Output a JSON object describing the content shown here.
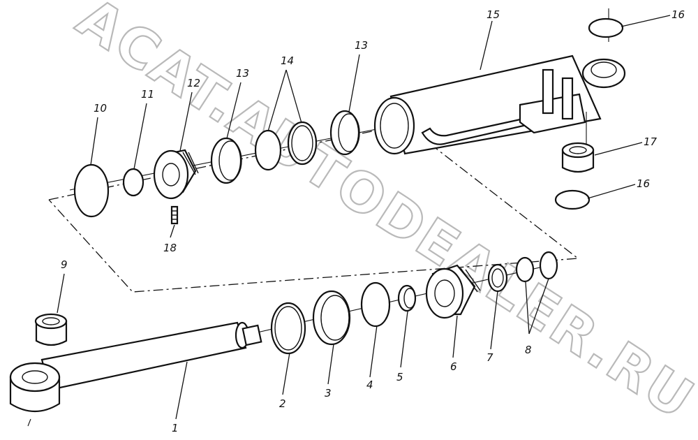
{
  "watermark": "ACAT.AUTODEALER.RU",
  "labels": {
    "p1": "1",
    "p2": "2",
    "p3": "3",
    "p4": "4",
    "p5": "5",
    "p6": "6",
    "p7": "7",
    "p8": "8",
    "p9": "9",
    "p10": "10",
    "p11": "11",
    "p12": "12",
    "p13a": "13",
    "p13b": "13",
    "p14": "14",
    "p15": "15",
    "p16a": "16",
    "p16b": "16",
    "p17": "17",
    "p18": "18"
  }
}
